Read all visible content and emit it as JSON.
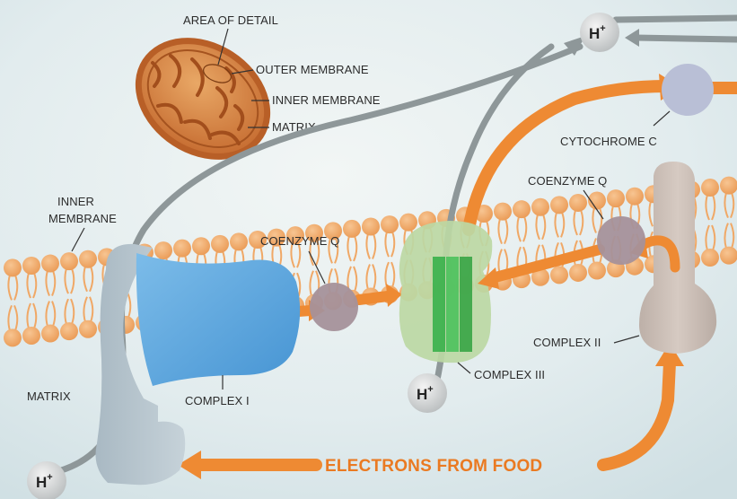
{
  "labels": {
    "area_of_detail": "AREA OF DETAIL",
    "outer_membrane": "OUTER MEMBRANE",
    "inner_membrane_small": "INNER MEMBRANE",
    "matrix_small": "MATRIX",
    "inner_membrane": "INNER",
    "inner_membrane_2": "MEMBRANE",
    "matrix": "MATRIX",
    "complex_1": "COMPLEX I",
    "coenzyme_q_1": "COENZYME Q",
    "complex_3": "COMPLEX III",
    "coenzyme_q_2": "COENZYME Q",
    "cytochrome_c": "CYTOCHROME C",
    "complex_2": "COMPLEX II",
    "electrons_from_food": "ELECTRONS FROM FOOD"
  },
  "hydrogen_ion": {
    "symbol": "H",
    "charge": "+"
  },
  "colors": {
    "background": "#e3edf0",
    "membrane_head": "#f2ab6a",
    "electron_arrow": "#ee8a33",
    "proton_path": "#8e9799",
    "complex_1": "#5aa8e0",
    "complex_3_outer": "#bcd8a4",
    "complex_3_core": "#38b04a",
    "complex_2": "#c9bcb3",
    "coenzyme_q": "#a5919a",
    "cytochrome_c": "#b9bfd6",
    "mitochondrion": "#cf7a3a"
  }
}
